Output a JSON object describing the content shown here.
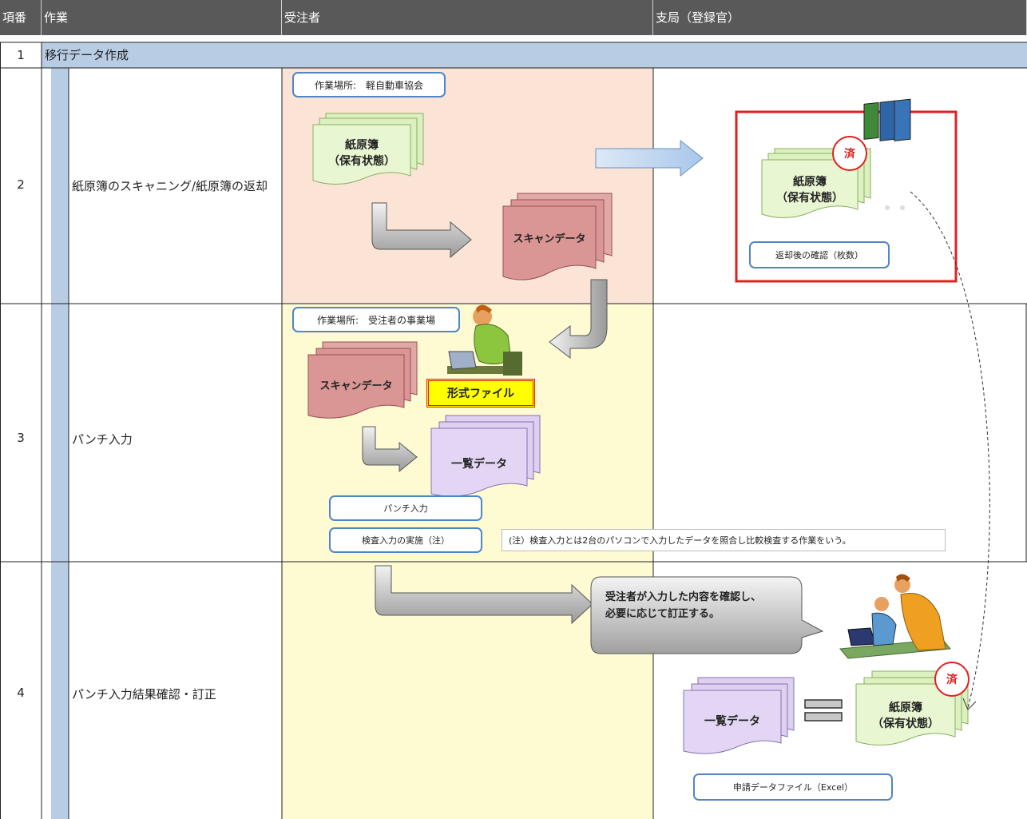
{
  "header": {
    "col_no": "項番",
    "col_task": "作業",
    "col_contractor": "受注者",
    "col_branch": "支局（登録官）"
  },
  "rows": [
    {
      "no": "1",
      "task": "移行データ作成"
    },
    {
      "no": "2",
      "task": "紙原簿のスキャニング/紙原簿の返却"
    },
    {
      "no": "3",
      "task": "パンチ入力"
    },
    {
      "no": "4",
      "task": "パンチ入力結果確認・訂正"
    }
  ],
  "row2": {
    "location": "作業場所:　軽自動車協会",
    "paper_line1": "紙原簿",
    "paper_line2": "（保有状態）",
    "scan_data": "スキャンデータ",
    "done_stamp": "済",
    "returned_paper_line1": "紙原簿",
    "returned_paper_line2": "（保有状態）",
    "check_label": "返却後の確認（枚数）"
  },
  "row3": {
    "location": "作業場所:　受注者の事業場",
    "scan_data": "スキャンデータ",
    "format_file": "形式ファイル",
    "list_data": "一覧データ",
    "punch_input": "パンチ入力",
    "verify_input": "検査入力の実施（注）",
    "note": "(注）検査入力とは2台のパソコンで入力したデータを照合し比較検査する作業をいう。"
  },
  "row4": {
    "callout_line1": "受注者が入力した内容を確認し、",
    "callout_line2": "必要に応じて訂正する。",
    "list_data": "一覧データ",
    "paper_line1": "紙原簿",
    "paper_line2": "（保有状態）",
    "done_stamp": "済",
    "app_file": "申請データファイル（Excel）"
  },
  "colors": {
    "header_bg": "#595959",
    "row1_bg": "#b8cce4",
    "zone_row2": "#fbe4d5",
    "zone_row3_4": "#fefbd2",
    "blue_bar": "#b8cce4",
    "scan_doc": "#d99694",
    "paper_doc": "#ddf0c0",
    "list_doc": "#ddd0f0",
    "format_file_bg": "#ffff00",
    "format_file_border": "#e02020",
    "highlight_border": "#e02020"
  }
}
